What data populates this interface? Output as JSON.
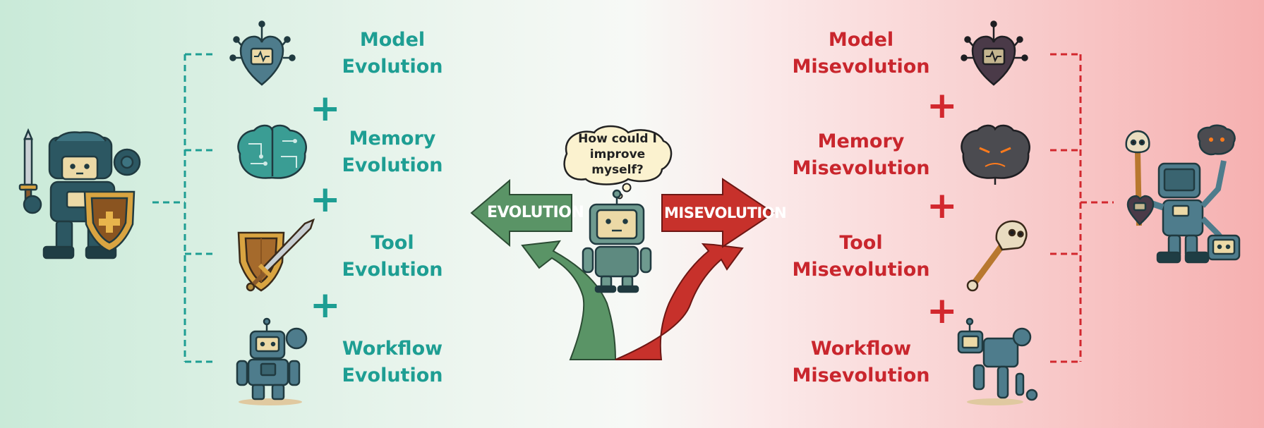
{
  "left_panel": {
    "labels": [
      {
        "line1": "Model",
        "line2": "Evolution"
      },
      {
        "line1": "Memory",
        "line2": "Evolution"
      },
      {
        "line1": "Tool",
        "line2": "Evolution"
      },
      {
        "line1": "Workflow",
        "line2": "Evolution"
      }
    ],
    "plus": "+",
    "color": "#1e9e93"
  },
  "right_panel": {
    "labels": [
      {
        "line1": "Model",
        "line2": "Misevolution"
      },
      {
        "line1": "Memory",
        "line2": "Misevolution"
      },
      {
        "line1": "Tool",
        "line2": "Misevolution"
      },
      {
        "line1": "Workflow",
        "line2": "Misevolution"
      }
    ],
    "plus": "+",
    "color": "#d2282e"
  },
  "center": {
    "thought_line1": "How could I",
    "thought_line2": "improve myself?",
    "evolution_arrow": "EVOLUTION",
    "misevolution_arrow": "MISEVOLUTION"
  },
  "icons": {
    "left": [
      "heart-chip-icon",
      "circuit-brain-icon",
      "shield-sword-icon",
      "robot-icon"
    ],
    "right": [
      "dark-heart-chip-icon",
      "evil-brain-icon",
      "bone-club-icon",
      "broken-robot-icon"
    ],
    "left_hero": "armored-robot-icon",
    "right_hero": "damaged-robot-icon",
    "center": "thinking-robot-icon"
  },
  "colors": {
    "evolution_green": "#5a9466",
    "misevolution_red": "#c7312b",
    "teal_text": "#1e9e93",
    "red_text": "#c9262d"
  }
}
